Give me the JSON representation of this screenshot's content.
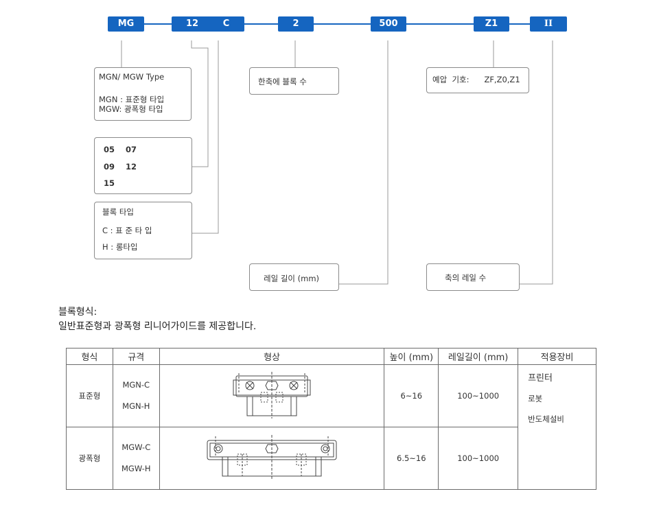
{
  "code_segments": [
    {
      "id": "series",
      "label": "MG"
    },
    {
      "id": "size",
      "label": "12"
    },
    {
      "id": "block",
      "label": "C"
    },
    {
      "id": "blocks_per_rail",
      "label": "2"
    },
    {
      "id": "rail_length",
      "label": "500"
    },
    {
      "id": "preload",
      "label": "Z1"
    },
    {
      "id": "rails_per_axis",
      "label": "II"
    }
  ],
  "boxes": {
    "type": {
      "title": "MGN/ MGW Type",
      "line1": "MGN :   표준형  타입",
      "line2": "MGW:  광폭형  타입"
    },
    "sizes": {
      "row1": "05    07",
      "row2": "09    12",
      "row3": "15"
    },
    "block_type": {
      "title": "블록 타입",
      "line1": "C : 표 준 타 입",
      "line2": "H : 롱타입"
    },
    "blocks_per_rail": {
      "label": "한축에  블록 수"
    },
    "preload": {
      "label": "예압  기호:      ZF,Z0,Z1"
    },
    "rail_length": {
      "label": "레일  길이  (mm)"
    },
    "rails_per_axis": {
      "label": "축의  레일  수"
    }
  },
  "description": {
    "line1": "블록형식:",
    "line2": "일반표준형과 광폭형 리니어가이드를 제공합니다."
  },
  "table": {
    "headers": [
      "형식",
      "규격",
      "형상",
      "높이 (mm)",
      "레일길이 (mm)",
      "적용장비"
    ],
    "rows": [
      {
        "type": "표준형",
        "specs": [
          "MGN-C",
          "MGN-H"
        ],
        "height": "6~16",
        "rail_length": "100~1000"
      },
      {
        "type": "광폭형",
        "specs": [
          "MGW-C",
          "MGW-H"
        ],
        "height": "6.5~16",
        "rail_length": "100~1000"
      }
    ],
    "applications": [
      "프린터",
      "로봇",
      "반도체설비"
    ]
  },
  "colors": {
    "accent": "#1565c0",
    "line": "#888888",
    "border": "#6b6b6b"
  }
}
